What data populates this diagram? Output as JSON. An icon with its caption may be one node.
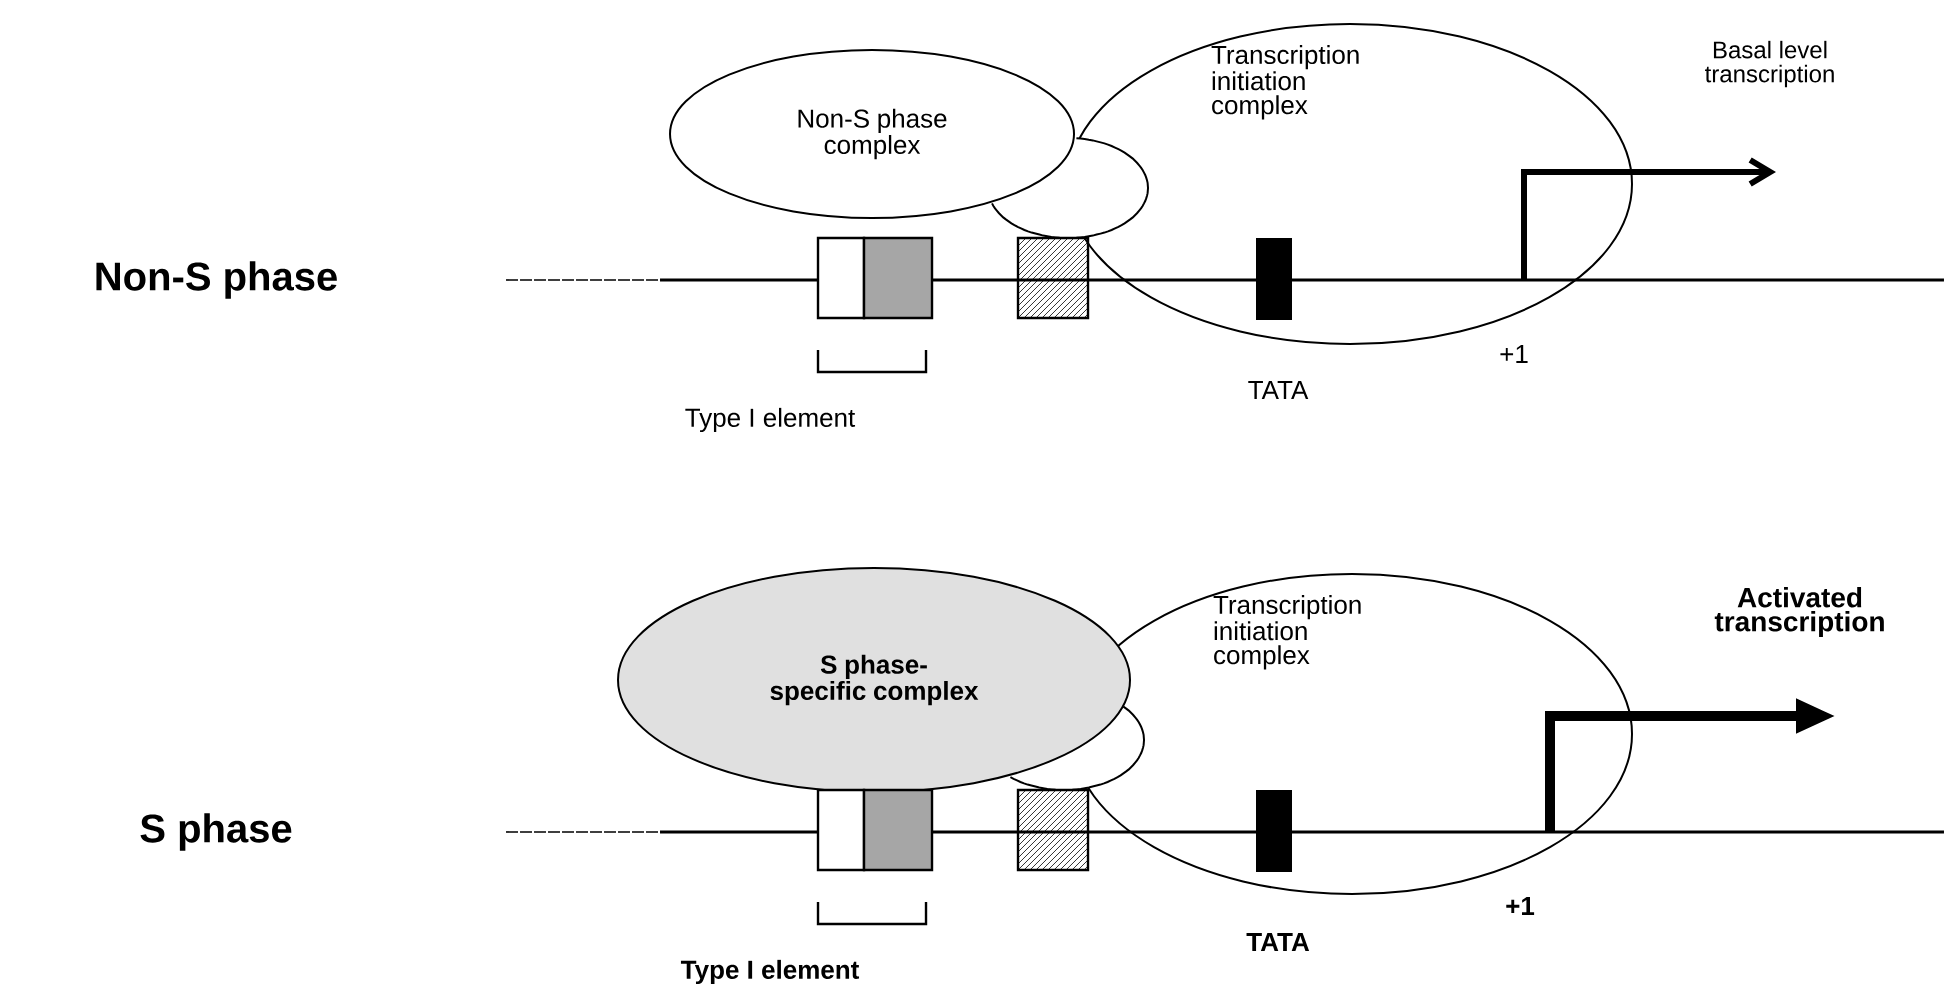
{
  "diagram": {
    "nodes": [
      {
        "text": [
          "Non-S phase complex"
        ]
      },
      {
        "text": [],
        "shape": "ellipse"
      },
      {
        "text": [
          "Transcription initiation complex"
        ]
      },
      {
        "text": [
          "S phase-specific complex"
        ]
      },
      {
        "text": [],
        "shape": "ellipse"
      },
      {
        "text": [
          "Transcription initiation complex"
        ]
      }
    ],
    "labels": [
      "Basal level transcription",
      "Non-S phase",
      "TATA",
      "+1",
      "Type I element",
      "Activated transcription",
      "S phase",
      "TATA",
      "+1",
      "Type I element"
    ]
  }
}
